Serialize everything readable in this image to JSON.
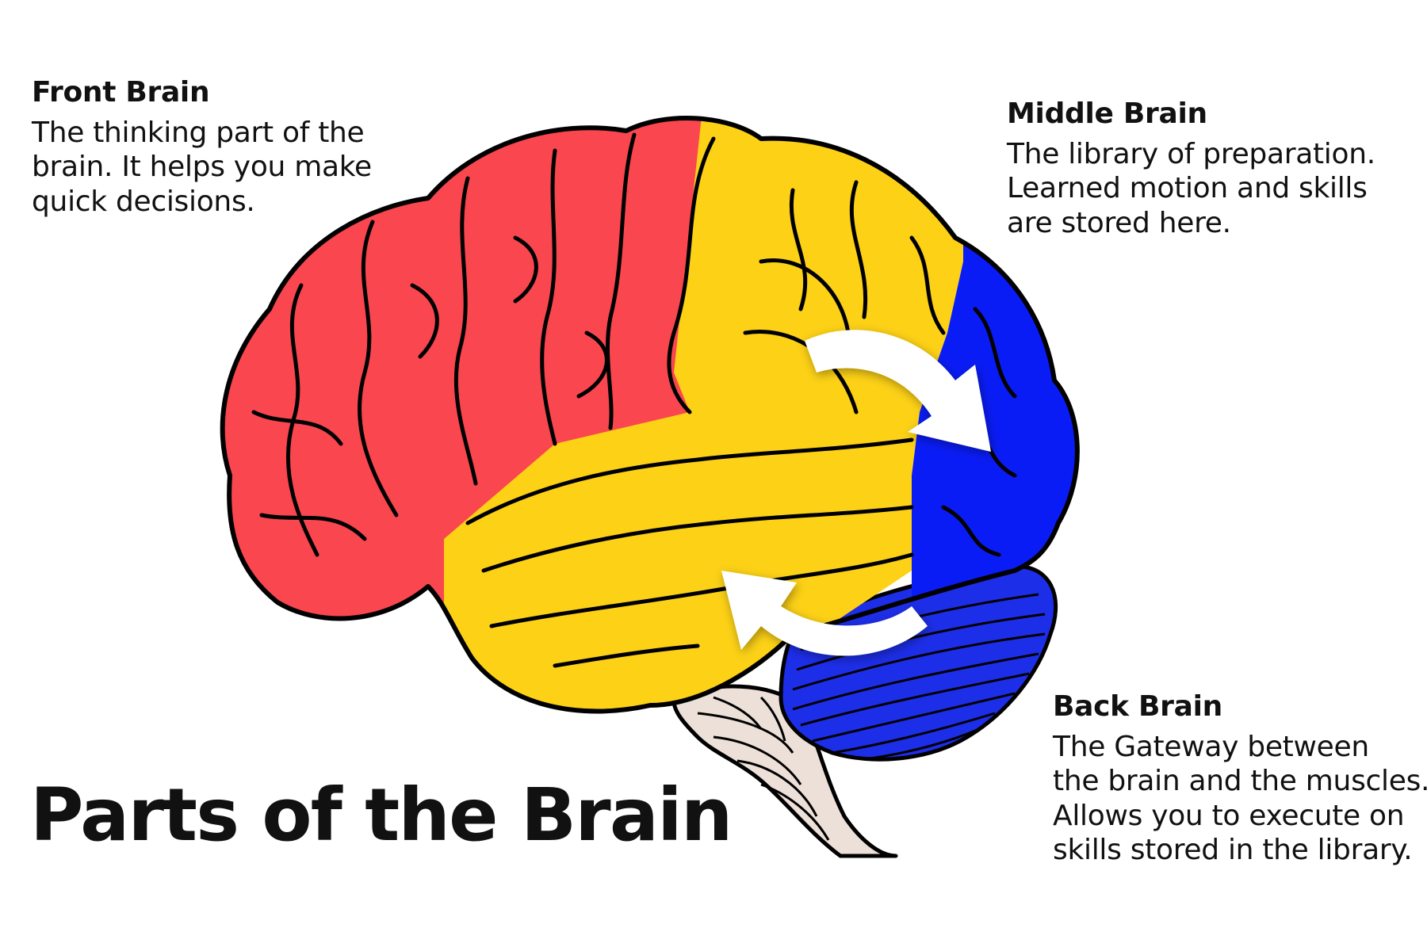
{
  "title": "Parts of the Brain",
  "front": {
    "heading": "Front Brain",
    "lines": [
      "The thinking part of the",
      "brain.  It helps you make",
      "quick decisions."
    ]
  },
  "middle": {
    "heading": "Middle Brain",
    "lines": [
      "The library of preparation.",
      "Learned motion and skills",
      "are stored here."
    ]
  },
  "back": {
    "heading": "Back Brain",
    "lines": [
      "The Gateway between",
      "the brain and the muscles.",
      "Allows you to execute on",
      "skills stored in the library."
    ]
  },
  "colors": {
    "front_lobe": "#f9464f",
    "middle_lobe": "#fcd116",
    "back_lobe": "#0a1cf5",
    "cerebellum": "#1d2ee8",
    "brainstem": "#ece0d8",
    "outline": "#000000",
    "arrows": "#ffffff"
  }
}
